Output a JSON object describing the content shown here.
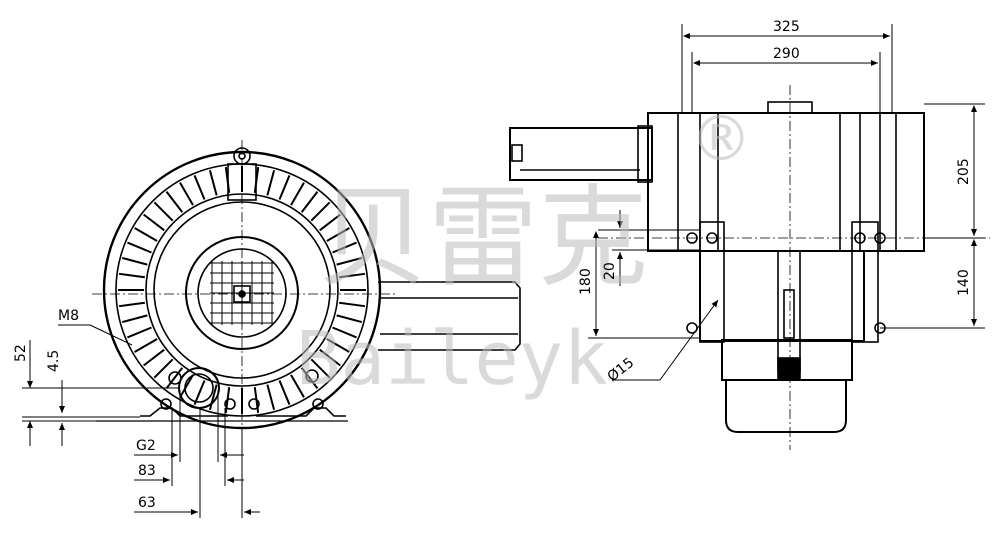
{
  "watermark": {
    "chinese": "贝雷克",
    "latin": "Baileyk",
    "registered": "®"
  },
  "front_view": {
    "thread_label": "M8",
    "dims": {
      "height_base": "52",
      "foot_thickness": "4.5",
      "port_thread": "G2",
      "port_spacing_a": "83",
      "port_spacing_b": "63"
    }
  },
  "side_view": {
    "dims": {
      "overall_width": "325",
      "body_width": "290",
      "upper_height": "205",
      "lower_height": "140",
      "port_height": "180",
      "port_offset": "20",
      "hole_diameter": "Ø15"
    }
  },
  "colors": {
    "line": "#000000",
    "watermark": "#bdbdbd",
    "background": "#ffffff"
  }
}
